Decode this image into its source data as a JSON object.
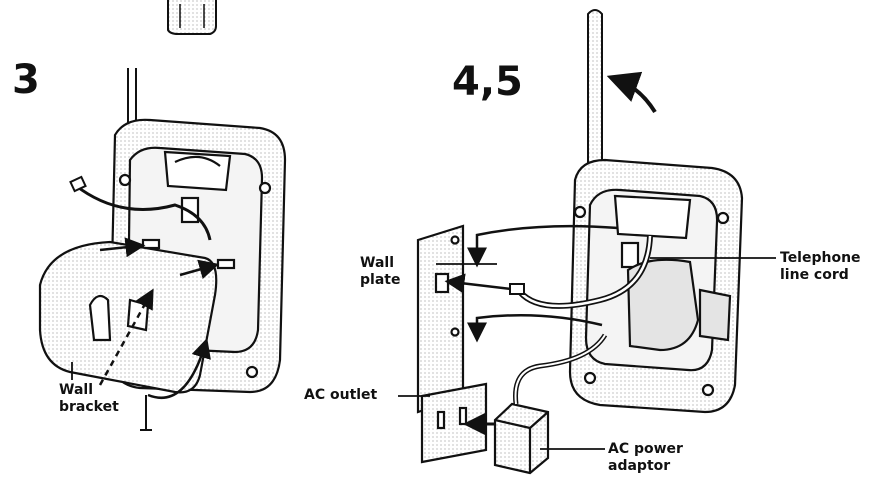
{
  "steps": {
    "left": "3",
    "right": "4,5"
  },
  "labels": {
    "wall_bracket": [
      "Wall",
      "bracket"
    ],
    "wall_plate": [
      "Wall",
      "plate"
    ],
    "telephone_line_cord": [
      "Telephone",
      "line cord"
    ],
    "ac_outlet": "AC outlet",
    "ac_power_adaptor": [
      "AC power",
      "adaptor"
    ]
  },
  "colors": {
    "ink": "#111111",
    "paper": "#ffffff",
    "shade": "#d6d6d6"
  }
}
